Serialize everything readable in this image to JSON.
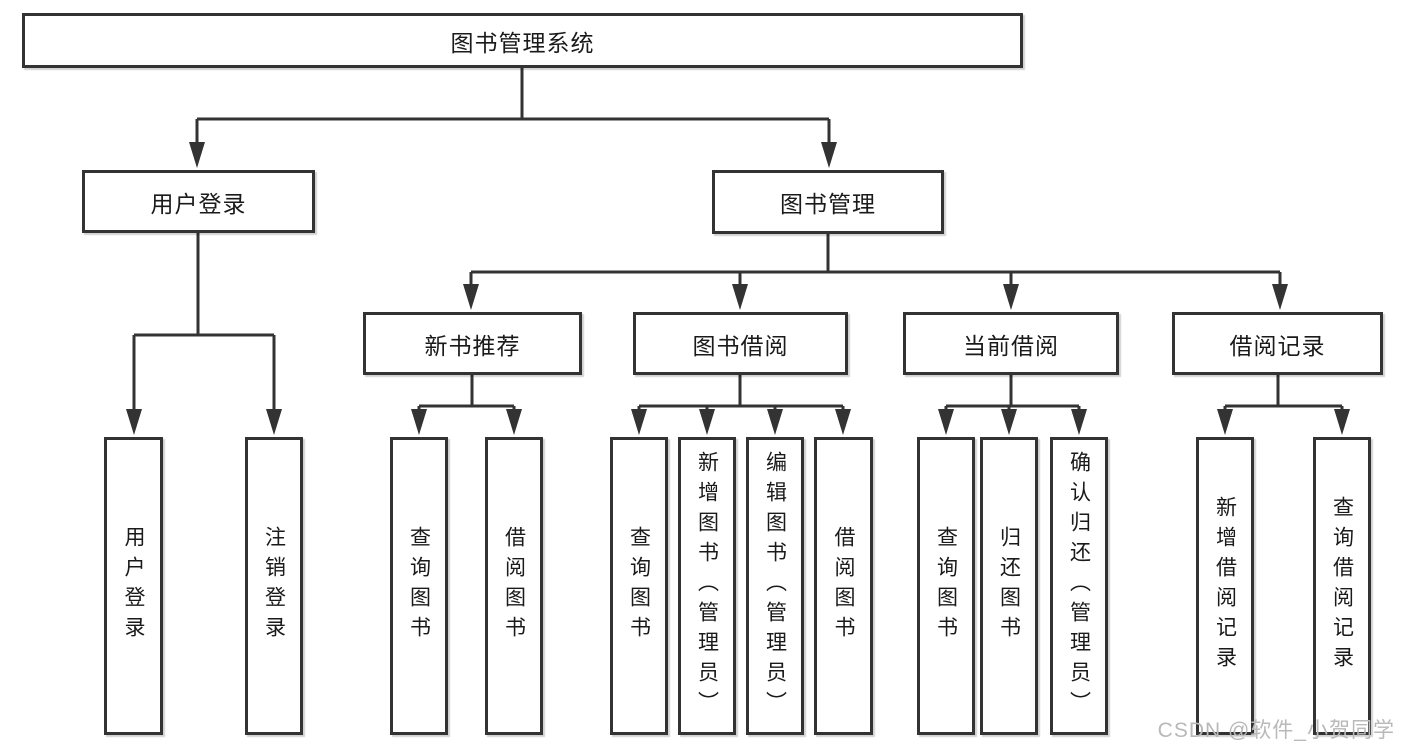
{
  "tree": {
    "root": "图书管理系统",
    "level2": [
      {
        "label": "用户登录"
      },
      {
        "label": "图书管理"
      }
    ],
    "level3": [
      {
        "label": "新书推荐"
      },
      {
        "label": "图书借阅"
      },
      {
        "label": "当前借阅"
      },
      {
        "label": "借阅记录"
      }
    ],
    "leaves": {
      "user": [
        "用户登录",
        "注销登录"
      ],
      "recommend": [
        "查询图书",
        "借阅图书"
      ],
      "borrow": [
        "查询图书",
        "新增图书（管理员）",
        "编辑图书（管理员）",
        "借阅图书"
      ],
      "current": [
        "查询图书",
        "归还图书",
        "确认归还（管理员）"
      ],
      "records": [
        "新增借阅记录",
        "查询借阅记录"
      ]
    }
  },
  "watermark": {
    "text": "CSDN @软件_小贺同学"
  },
  "colors": {
    "line": "#333333",
    "text": "#1a1a1a",
    "background": "#ffffff",
    "watermark": "#b9b9b9"
  }
}
